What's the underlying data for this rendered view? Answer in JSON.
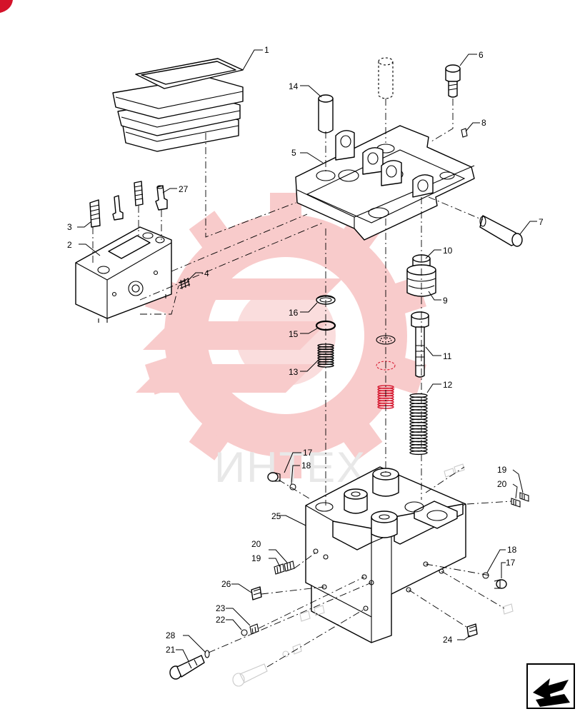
{
  "diagram": {
    "watermark_text": "ИНТЕХ",
    "watermark_color": "#f2a0a0",
    "callouts": [
      {
        "id": "c1",
        "label": "1"
      },
      {
        "id": "c2",
        "label": "2"
      },
      {
        "id": "c3",
        "label": "3"
      },
      {
        "id": "c4",
        "label": "4"
      },
      {
        "id": "c5",
        "label": "5"
      },
      {
        "id": "c6",
        "label": "6"
      },
      {
        "id": "c7",
        "label": "7"
      },
      {
        "id": "c8",
        "label": "8"
      },
      {
        "id": "c9",
        "label": "9"
      },
      {
        "id": "c10",
        "label": "10"
      },
      {
        "id": "c11",
        "label": "11"
      },
      {
        "id": "c12",
        "label": "12"
      },
      {
        "id": "c13",
        "label": "13"
      },
      {
        "id": "c14",
        "label": "14"
      },
      {
        "id": "c15",
        "label": "15"
      },
      {
        "id": "c16",
        "label": "16"
      },
      {
        "id": "c17a",
        "label": "17"
      },
      {
        "id": "c17b",
        "label": "17"
      },
      {
        "id": "c18a",
        "label": "18"
      },
      {
        "id": "c18b",
        "label": "18"
      },
      {
        "id": "c19a",
        "label": "19"
      },
      {
        "id": "c19b",
        "label": "19"
      },
      {
        "id": "c20a",
        "label": "20"
      },
      {
        "id": "c20b",
        "label": "20"
      },
      {
        "id": "c21",
        "label": "21"
      },
      {
        "id": "c22",
        "label": "22"
      },
      {
        "id": "c23",
        "label": "23"
      },
      {
        "id": "c24",
        "label": "24"
      },
      {
        "id": "c25",
        "label": "25"
      },
      {
        "id": "c26",
        "label": "26"
      },
      {
        "id": "c27",
        "label": "27"
      },
      {
        "id": "c28",
        "label": "28"
      }
    ],
    "nav_icon": "exploded-view-arrow-icon",
    "corner_icon": "brand-corner-icon"
  }
}
